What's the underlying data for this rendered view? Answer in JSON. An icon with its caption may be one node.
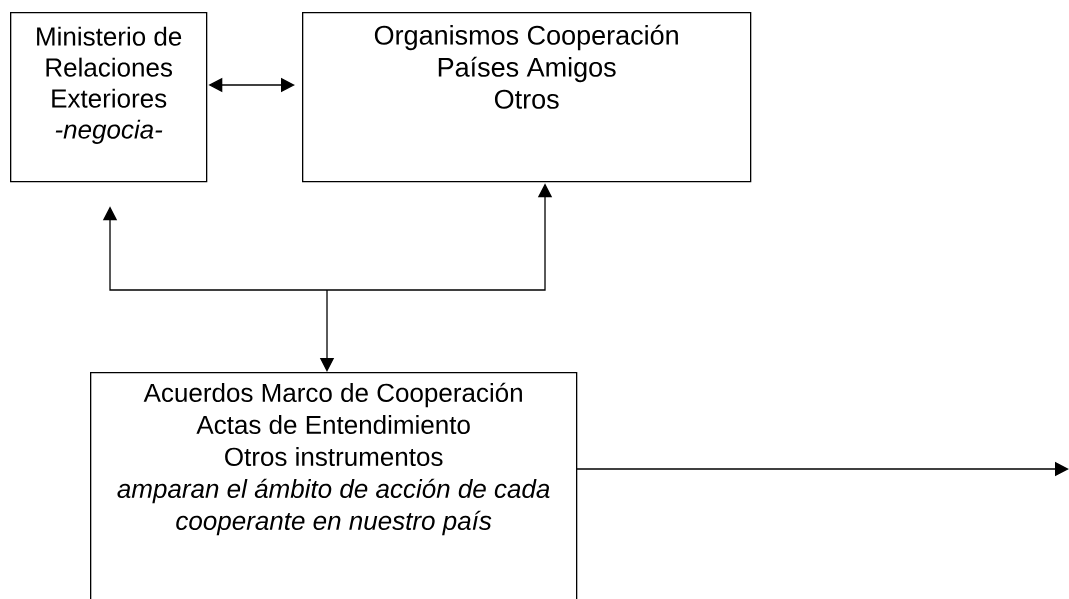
{
  "diagram": {
    "nodes": [
      {
        "text": [
          "Ministerio de Relaciones Exteriores",
          "-negocia-"
        ]
      },
      {
        "text": [
          "Organismos Cooperación",
          "Países Amigos",
          "Otros"
        ]
      },
      {
        "text": [
          "Acuerdos Marco de Cooperación",
          "Actas de Entendimiento",
          "Otros instrumentos",
          "amparan el ámbito de acción de cada cooperante en nuestro país"
        ]
      }
    ],
    "edges": [
      {
        "from": 0,
        "to": 1,
        "arrow": "both"
      },
      {
        "from": 2,
        "to": 0,
        "arrow": "both"
      },
      {
        "from": 2,
        "to": 1,
        "arrow": "both"
      },
      {
        "from": 2,
        "to": null,
        "arrow": "to"
      }
    ]
  }
}
